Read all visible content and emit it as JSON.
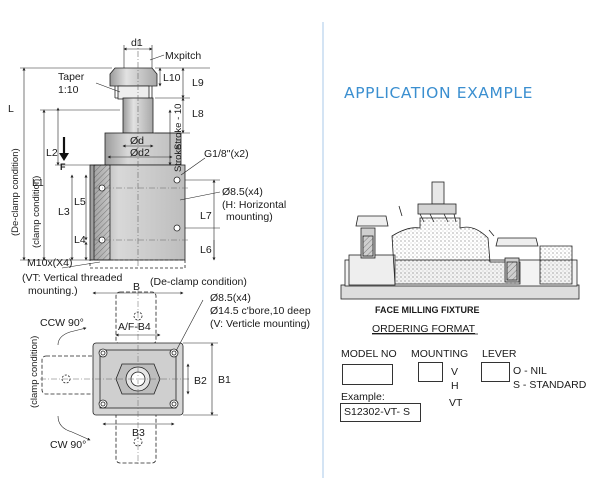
{
  "drawing": {
    "labels": {
      "d1": "d1",
      "mxpitch": "Mxpitch",
      "taper": "Taper",
      "taper_ratio": "1:10",
      "L": "L",
      "L10": "L10",
      "L9": "L9",
      "L8": "L8",
      "stroke": "Stroke - 10",
      "stroke2": "Stroke",
      "od": "Ød",
      "od2": "Ød2",
      "g18": "G1/8\"(x2)",
      "L2": "L2",
      "F": "F",
      "L1": "L1",
      "declamp_condition_v": "(De-clamp condition)",
      "clamp_condition_v": "(clamp condition)",
      "L3": "L3",
      "L5": "L5",
      "L4": "L4",
      "L7": "L7",
      "L6": "L6",
      "hole_85": "Ø8.5(x4)",
      "h_horizontal": "(H: Horizontal",
      "h_mounting": "mounting)",
      "m10": "M10x(X4)",
      "vt_line1": "(VT: Vertical threaded",
      "vt_line2": "mounting.)",
      "B": "B",
      "declamp_condition_h": "(De-clamp condition)",
      "hole_85_2": "Ø8.5(x4)",
      "cbore": "Ø14.5 c'bore,10 deep",
      "v_vertical": "(V: Verticle mounting)",
      "ccw": "CCW 90°",
      "af": "A/F-B4",
      "B2": "B2",
      "B1": "B1",
      "clamp_condition_v2": "(clamp condition)",
      "B3": "B3",
      "cw": "CW 90°"
    }
  },
  "application": {
    "title": "APPLICATION EXAMPLE",
    "caption": "FACE MILLING  FIXTURE"
  },
  "ordering": {
    "title": "ORDERING FORMAT",
    "model_label": "MODEL NO",
    "mounting_label": "MOUNTING",
    "mounting_options": [
      "V",
      "H",
      "VT"
    ],
    "lever_label": "LEVER",
    "lever_options": [
      "O - NIL",
      "S - STANDARD"
    ],
    "example_label": "Example:",
    "example_value": "S12302-VT- S"
  },
  "colors": {
    "accent": "#3b8fd0",
    "divider": "#a9c8e8",
    "body_gray": "#c9c9c9"
  }
}
